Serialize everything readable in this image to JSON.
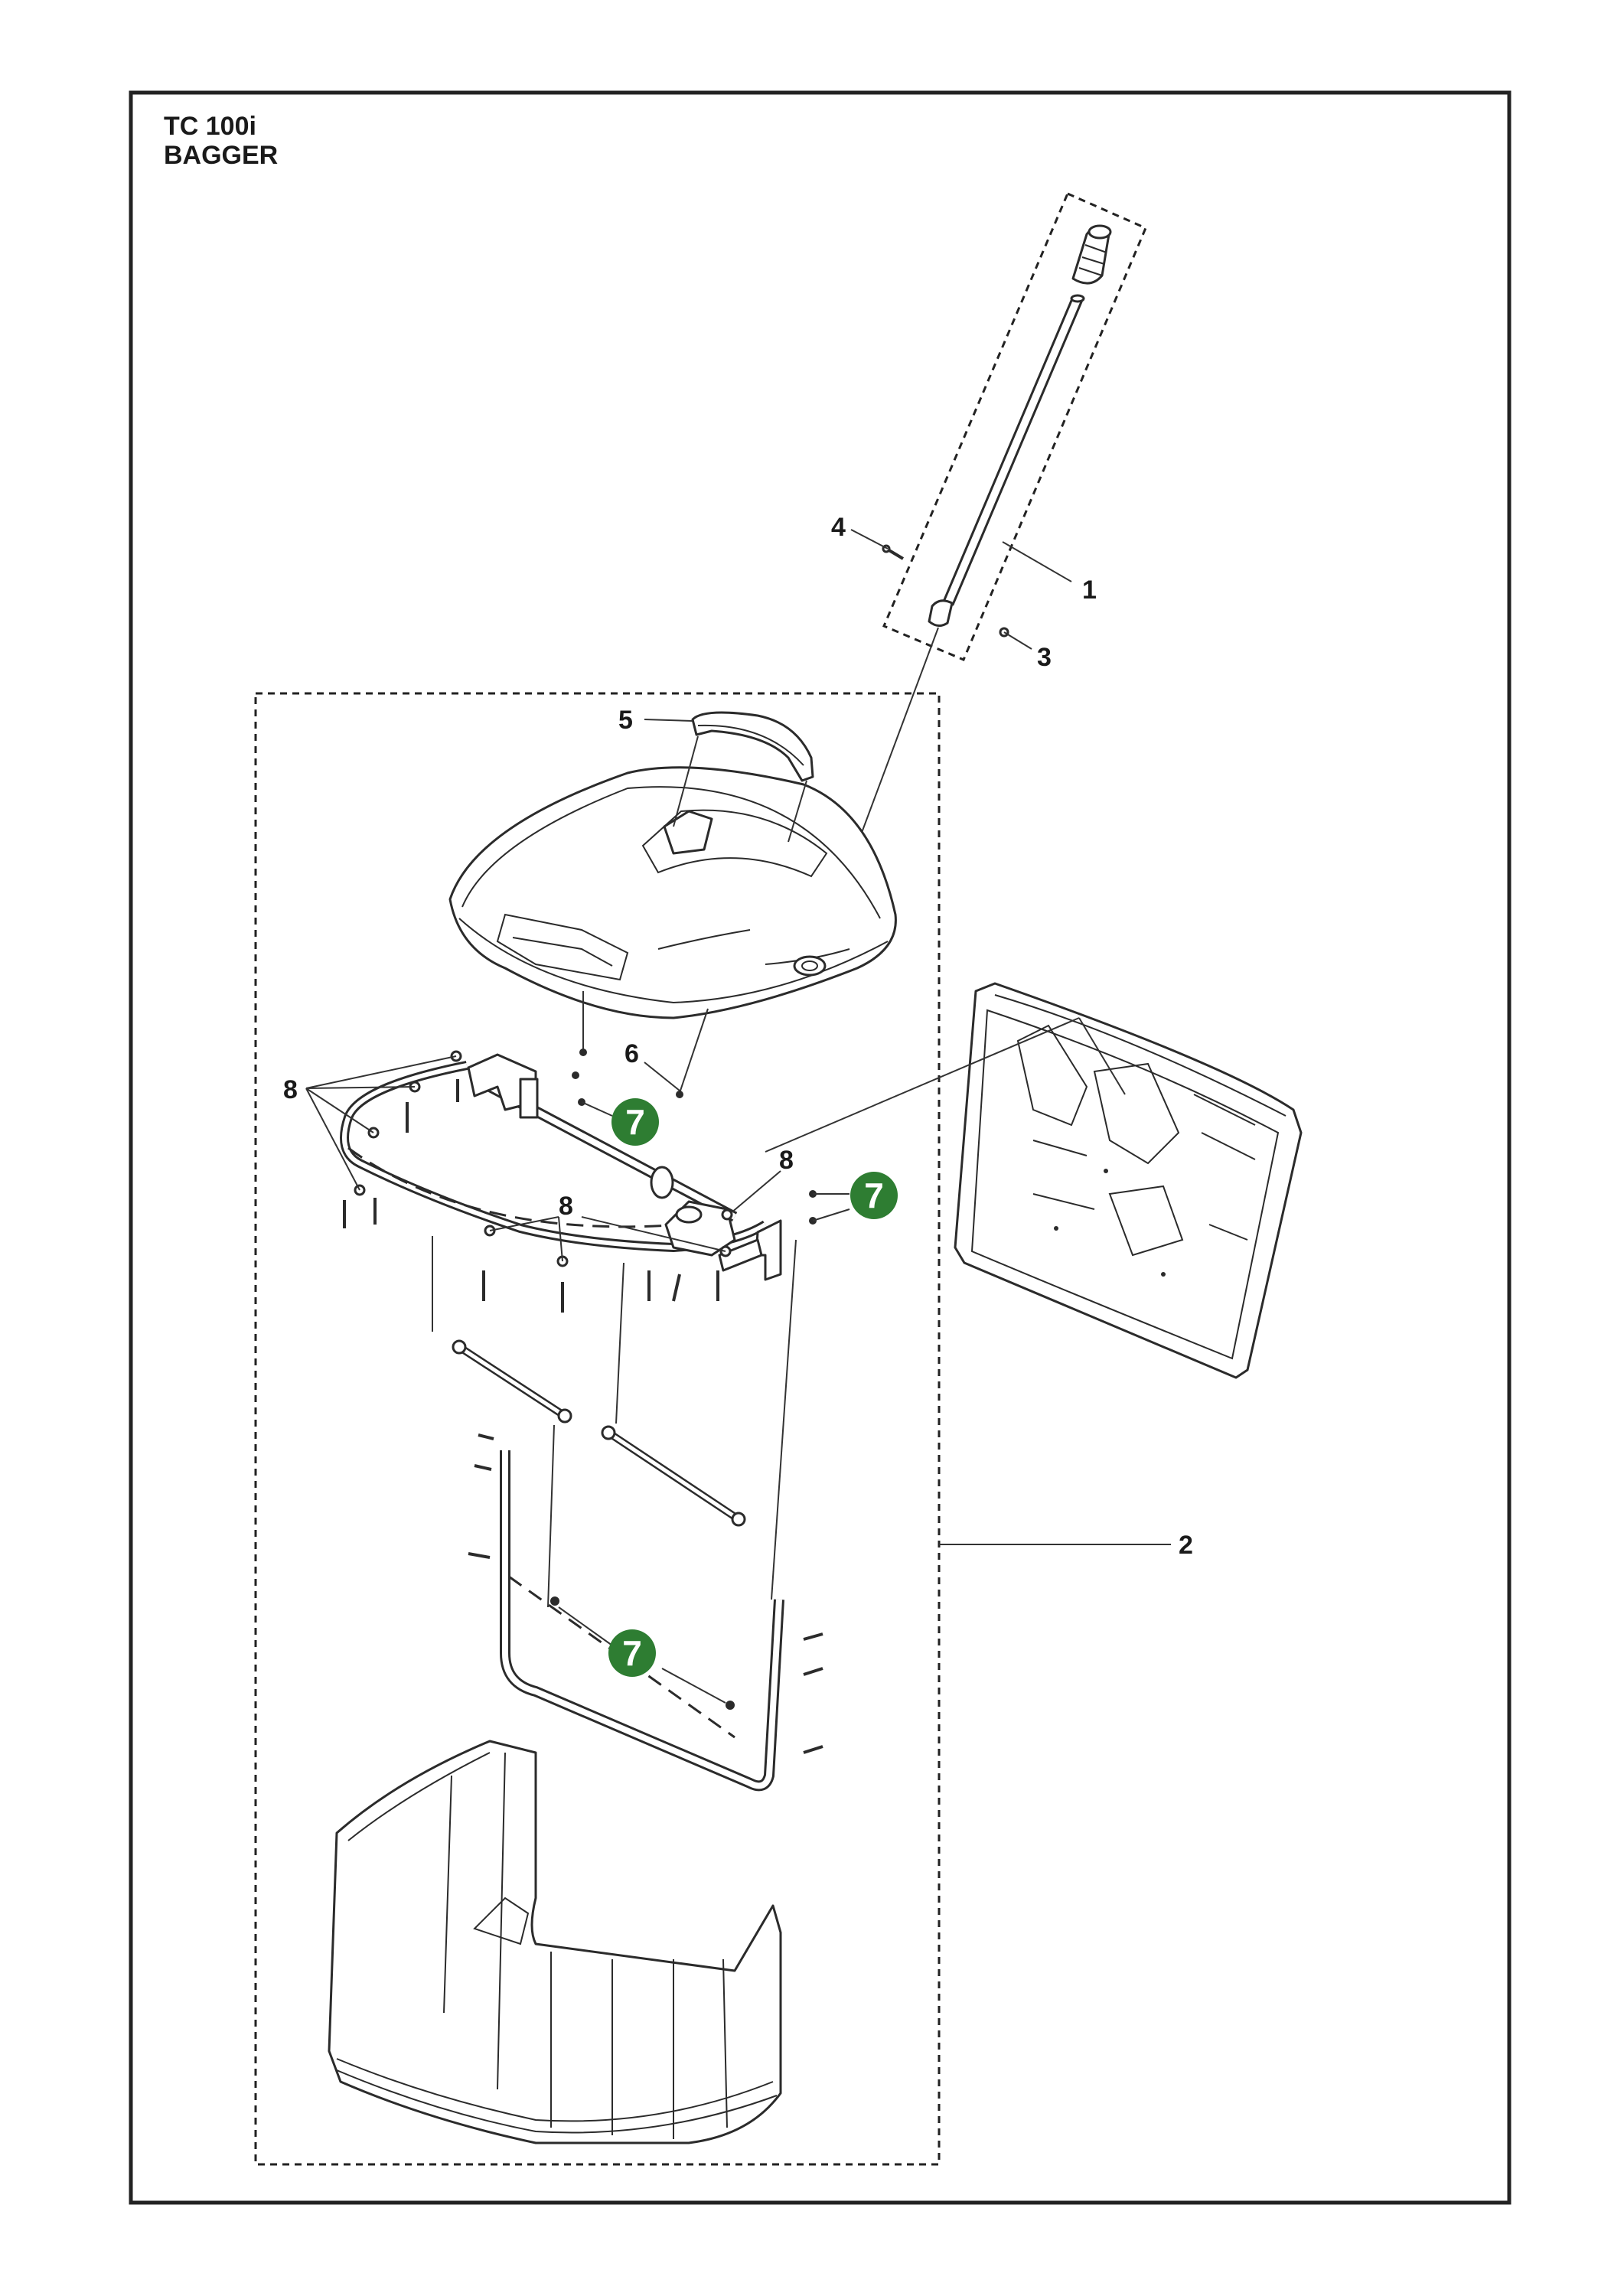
{
  "title": {
    "line1": "TC 100i",
    "line2": "BAGGER"
  },
  "callouts": {
    "c1": "1",
    "c2": "2",
    "c3": "3",
    "c4": "4",
    "c5": "5",
    "c6": "6",
    "c7a": "7",
    "c7b": "7",
    "c7c": "7",
    "c8a": "8",
    "c8b": "8",
    "c8c": "8"
  },
  "colors": {
    "badge": "#2e7d32",
    "line": "#2b2b2b"
  }
}
